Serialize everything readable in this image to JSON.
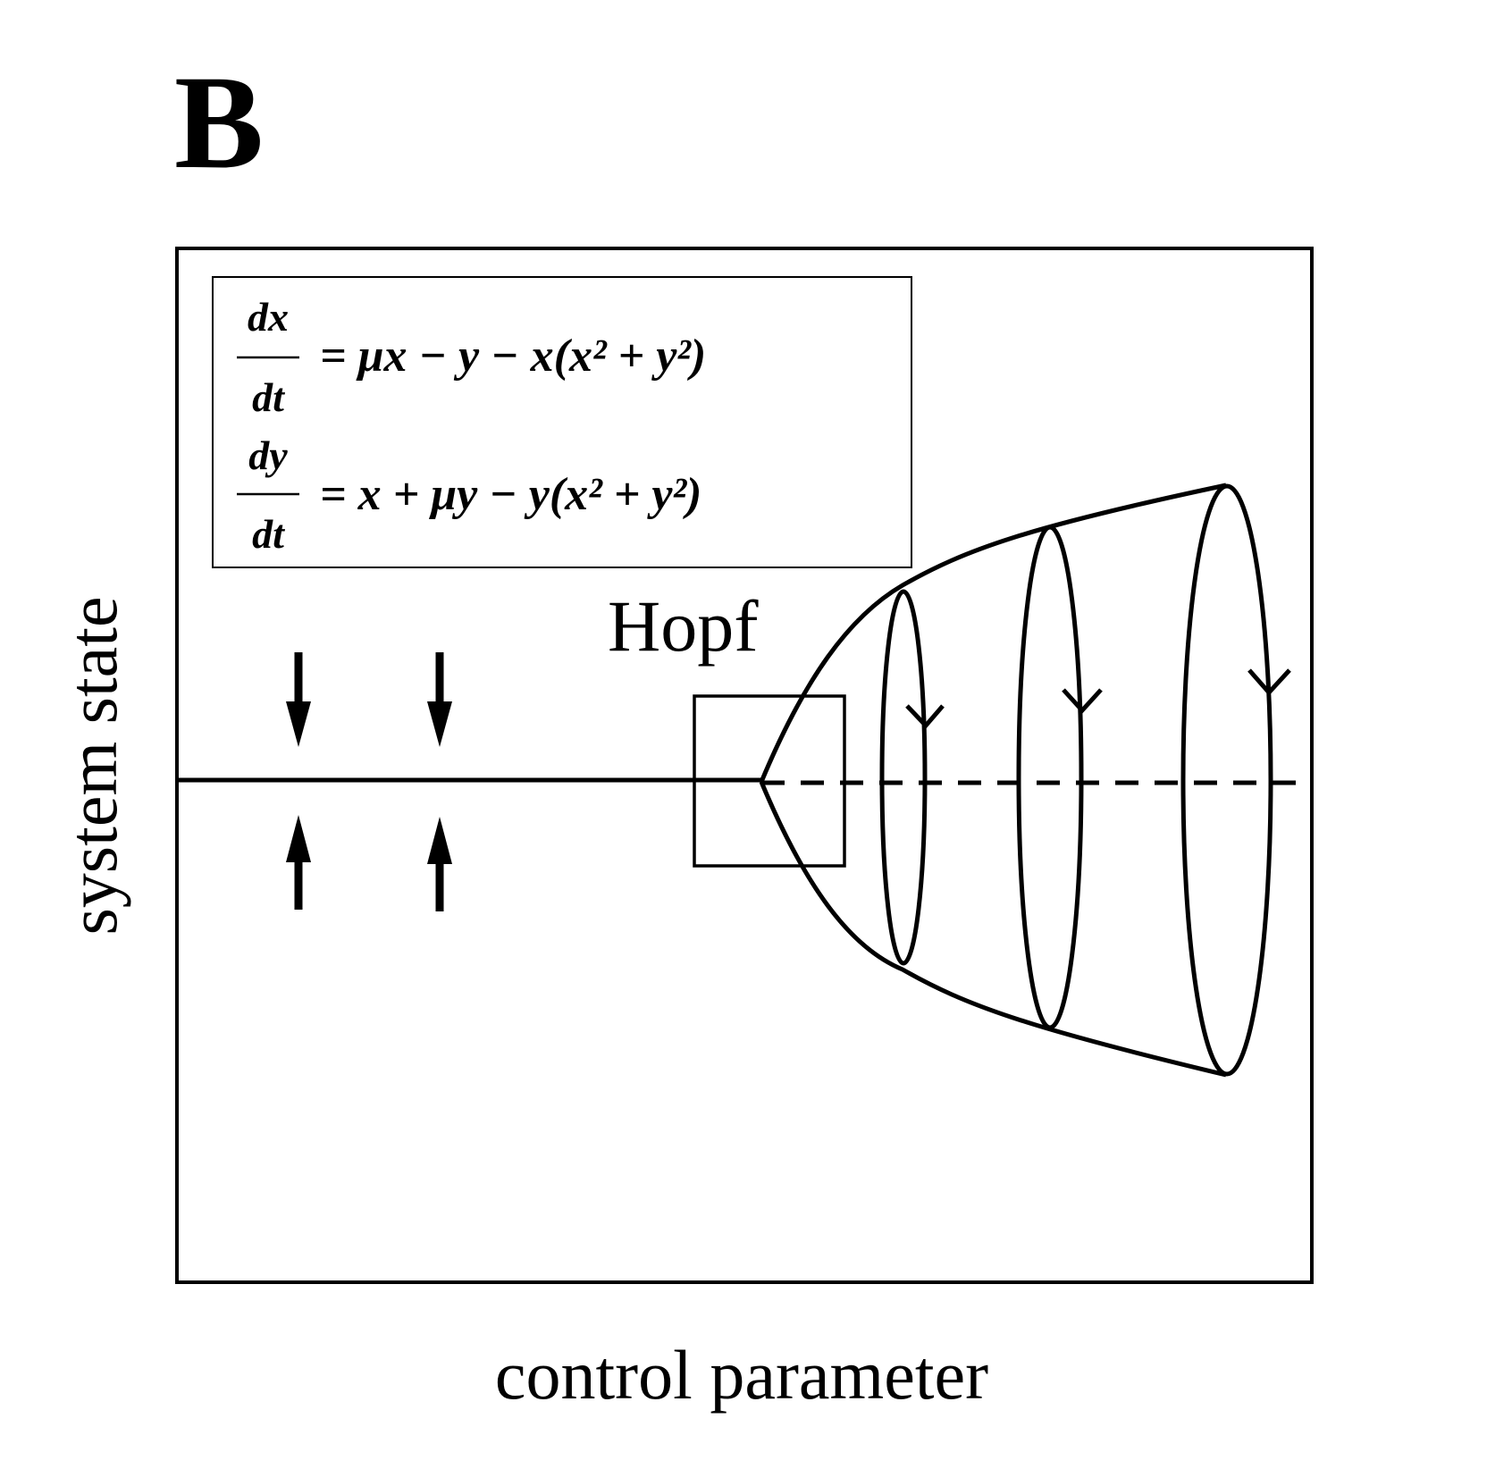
{
  "panel_label": "B",
  "equations": {
    "eq1": {
      "numerator": "dx",
      "denominator": "dt",
      "rhs": "= μx − y − x(x² + y²)"
    },
    "eq2": {
      "numerator": "dy",
      "denominator": "dt",
      "rhs": "= x + μy − y(x² + y²)"
    }
  },
  "bifurcation_label": "Hopf",
  "axes": {
    "xlabel": "control parameter",
    "ylabel": "system state"
  }
}
